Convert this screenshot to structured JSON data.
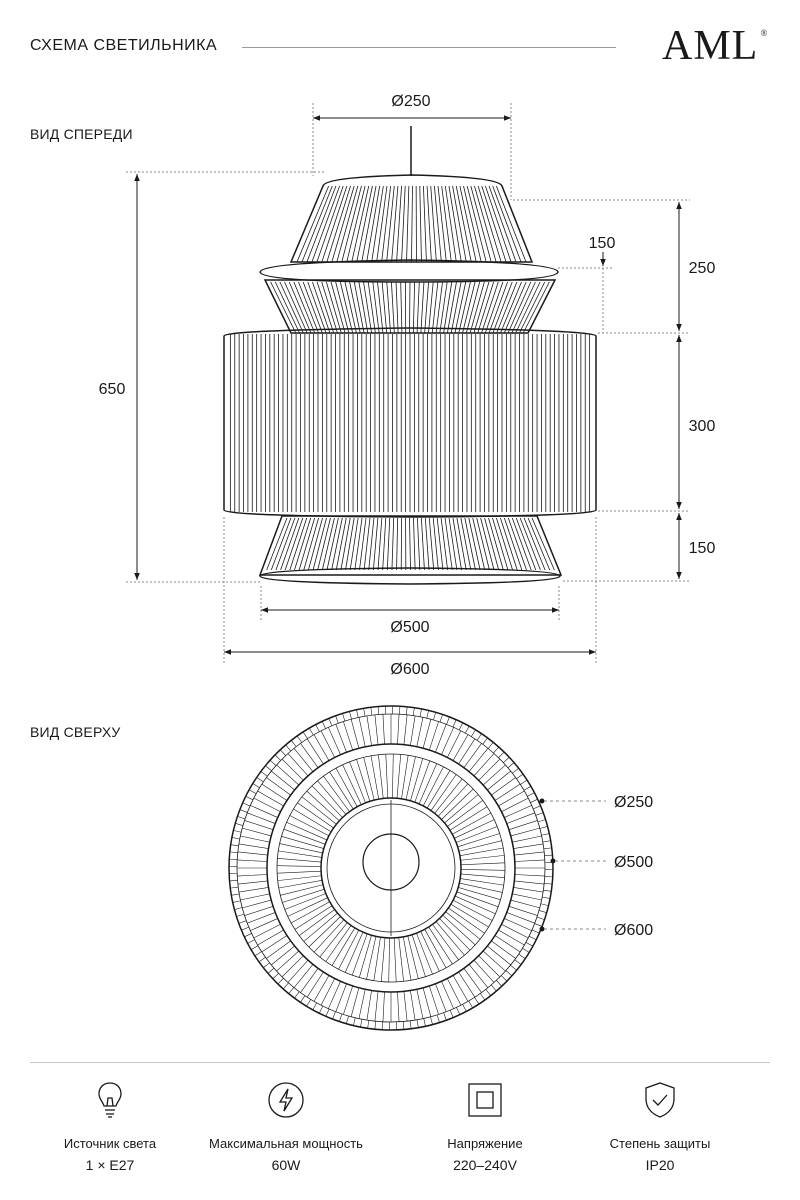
{
  "header": {
    "title": "СХЕМА СВЕТИЛЬНИКА",
    "brand": "AML",
    "brand_mark": "®"
  },
  "front_view": {
    "label": "ВИД СПЕРЕДИ",
    "dims": {
      "top_diameter": "Ø250",
      "total_height": "650",
      "step_offset": "150",
      "upper_height": "250",
      "middle_height": "300",
      "lower_height": "150",
      "lower_diameter": "Ø500",
      "max_diameter": "Ø600"
    }
  },
  "top_view": {
    "label": "ВИД СВЕРХУ",
    "dims": {
      "inner": "Ø250",
      "middle": "Ø500",
      "outer": "Ø600"
    }
  },
  "specs": [
    {
      "icon": "bulb-icon",
      "label": "Источник света",
      "value": "1 × E27"
    },
    {
      "icon": "lightning-icon",
      "label": "Максимальная мощность",
      "value": "60W"
    },
    {
      "icon": "square-icon",
      "label": "Напряжение",
      "value": "220–240V"
    },
    {
      "icon": "shield-check-icon",
      "label": "Степень защиты",
      "value": "IP20"
    }
  ],
  "colors": {
    "line": "#1a1a1a",
    "dashed": "#8a8a8a"
  }
}
